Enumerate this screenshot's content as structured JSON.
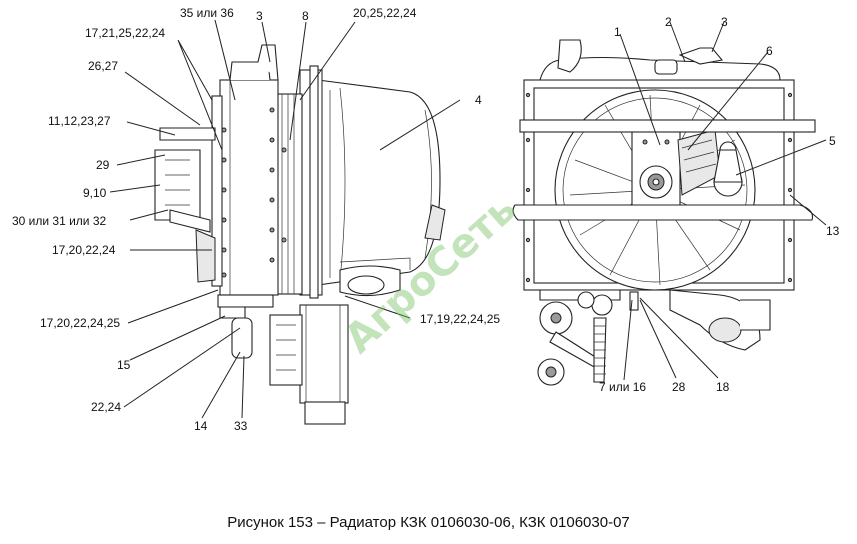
{
  "caption": "Рисунок 153 – Радиатор КЗК 0106030-06, КЗК 0106030-07",
  "watermark": "АгроСеть",
  "left_view": {
    "labels": {
      "l35": "35 или 36",
      "l3": "3",
      "l8": "8",
      "l20_25_22_24": "20,25,22,24",
      "l17_21_25_22_24": "17,21,25,22,24",
      "l26_27": "26,27",
      "l4": "4",
      "l11_12_23_27": "11,12,23,27",
      "l29": "29",
      "l9_10": "9,10",
      "l30_31_32": "30 или 31 или 32",
      "l17_20_22_24": "17,20,22,24",
      "l17_20_22_24_25": "17,20,22,24,25",
      "l17_19_22_24_25": "17,19,22,24,25",
      "l15": "15",
      "l22_24": "22,24",
      "l14": "14",
      "l33": "33"
    }
  },
  "right_view": {
    "labels": {
      "r1": "1",
      "r2": "2",
      "r3": "3",
      "r6": "6",
      "r5": "5",
      "r13": "13",
      "r7_16": "7 или 16",
      "r28": "28",
      "r18": "18"
    }
  }
}
